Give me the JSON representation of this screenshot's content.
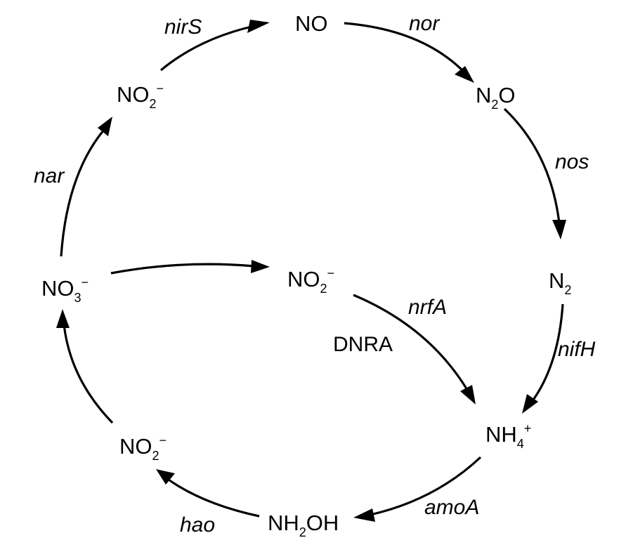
{
  "nodes": {
    "no": {
      "main": "NO",
      "sub": "",
      "tail": "",
      "sup": ""
    },
    "n2o": {
      "main": "N",
      "sub": "2",
      "tail": "O",
      "sup": ""
    },
    "n2": {
      "main": "N",
      "sub": "2",
      "tail": "",
      "sup": ""
    },
    "nh4": {
      "main": "NH",
      "sub": "4",
      "tail": "",
      "sup": "+"
    },
    "nh2oh": {
      "main": "NH",
      "sub": "2",
      "tail": "OH",
      "sup": ""
    },
    "no2_left": {
      "main": "NO",
      "sub": "2",
      "tail": "",
      "sup": "−"
    },
    "no3": {
      "main": "NO",
      "sub": "3",
      "tail": "",
      "sup": "−"
    },
    "no2_top": {
      "main": "NO",
      "sub": "2",
      "tail": "",
      "sup": "−"
    },
    "no2_center": {
      "main": "NO",
      "sub": "2",
      "tail": "",
      "sup": "−"
    }
  },
  "genes": {
    "nirS": "nirS",
    "nor": "nor",
    "nos": "nos",
    "nifH": "nifH",
    "amoA": "amoA",
    "hao": "hao",
    "nar": "nar",
    "nrfA": "nrfA"
  },
  "process_label": "DNRA",
  "colors": {
    "ink": "#000000",
    "background": "#ffffff"
  }
}
